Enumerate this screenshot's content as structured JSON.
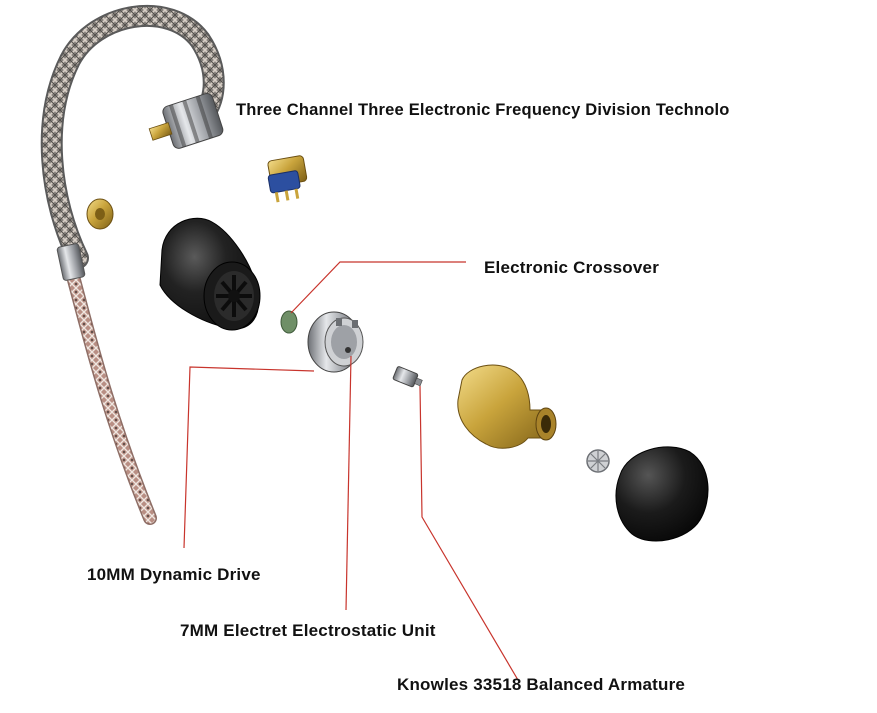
{
  "diagram": {
    "title": "Three Channel Three Electronic Frequency Division Technolo",
    "labels": {
      "crossover": "Electronic Crossover",
      "dynamic_drive": "10MM Dynamic Drive",
      "electret_unit": "7MM Electret Electrostatic Unit",
      "balanced_armature": "Knowles 33518 Balanced Armature"
    },
    "colors": {
      "leader_line": "#c8342c",
      "shell": "#1c1c1c",
      "brass": "#c9a43c",
      "steel": "#a8abb0",
      "crossover_board": "#6f8f67",
      "connector_blue": "#2c4fa0"
    }
  }
}
